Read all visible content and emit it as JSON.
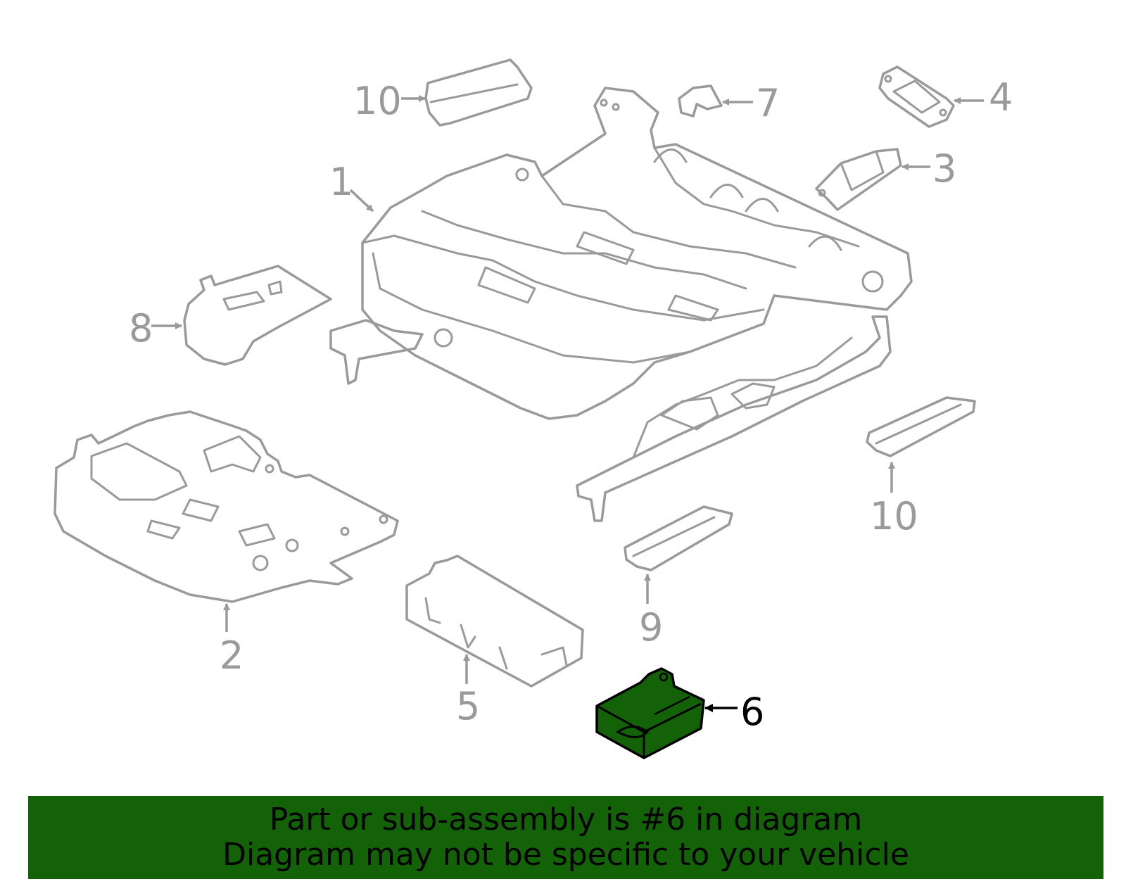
{
  "diagram": {
    "highlighted_part": "6",
    "highlight_color": "#136207",
    "outline_color": "#9a9a9a",
    "callouts": {
      "p1": "1",
      "p2": "2",
      "p3": "3",
      "p4": "4",
      "p5": "5",
      "p6": "6",
      "p7": "7",
      "p8": "8",
      "p9": "9",
      "p10a": "10",
      "p10b": "10"
    }
  },
  "banner": {
    "line1": "Part or sub-assembly is #6 in diagram",
    "line2": "Diagram may not be specific to your vehicle",
    "background": "#136207"
  }
}
